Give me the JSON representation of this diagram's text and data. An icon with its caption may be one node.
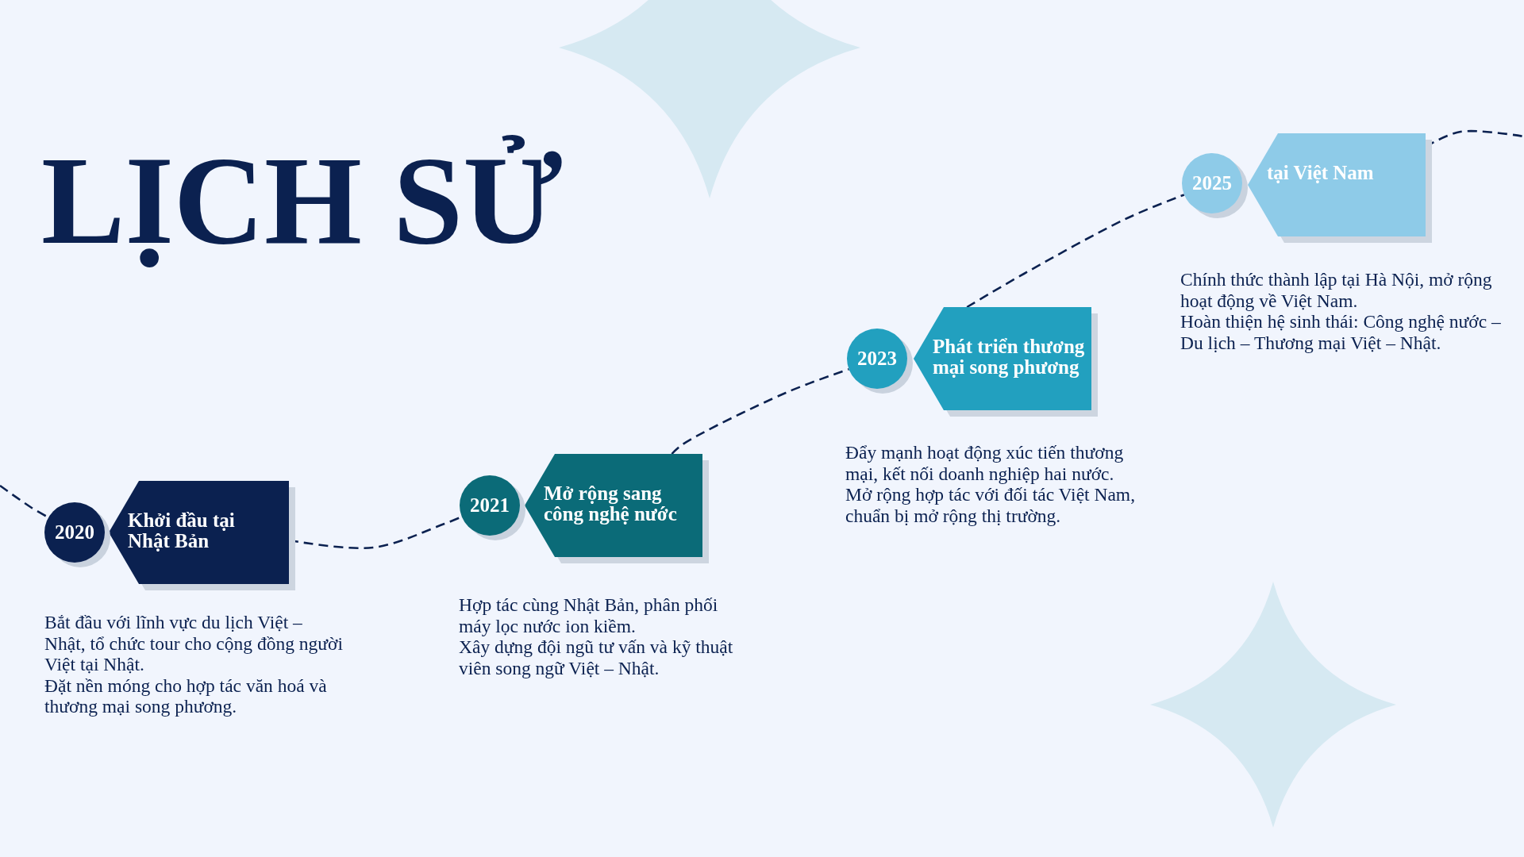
{
  "diagram": {
    "title": "LỊCH SỬ",
    "nodes": [
      {
        "text": [
          "2020"
        ]
      },
      {
        "text": [
          "Khởi đầu tại Nhật Bản"
        ],
        "beside": [
          "Bắt đầu với lĩnh vực du lịch Việt – Nhật, tổ chức tour cho cộng đồng người Việt tại Nhật.",
          "Đặt nền móng cho hợp tác văn hoá và thương mại song phương."
        ]
      },
      {
        "text": [
          "2021"
        ]
      },
      {
        "text": [
          "Mở rộng sang công nghệ nước"
        ],
        "beside": [
          "Hợp tác cùng Nhật Bản, phân phối máy lọc nước ion kiềm.",
          "Xây dựng đội ngũ tư vấn và kỹ thuật viên song ngữ Việt – Nhật."
        ]
      },
      {
        "text": [
          "2023"
        ]
      },
      {
        "text": [
          "Phát triển thương mại song phương"
        ],
        "beside": [
          "Đẩy mạnh hoạt động xúc tiến thương mại, kết nối doanh nghiệp hai nước.",
          "Mở rộng hợp tác với đối tác Việt Nam, chuẩn bị mở rộng thị trường."
        ]
      },
      {
        "text": [
          "2025"
        ]
      },
      {
        "text": [
          "tại Việt Nam"
        ],
        "beside": [
          "Chính thức thành lập tại Hà Nội, mở rộng hoạt động về Việt Nam.",
          "Hoàn thiện hệ sinh thái: Công nghệ nước – Du lịch – Thương mại Việt – Nhật."
        ]
      },
      {
        "text": [],
        "shape": "star"
      },
      {
        "text": [],
        "shape": "star"
      }
    ],
    "edges": [
      {
        "from": null,
        "to": 0,
        "arrow": "none",
        "style": "dashed"
      },
      {
        "from": 1,
        "to": 2,
        "arrow": "none",
        "style": "dashed"
      },
      {
        "from": 3,
        "to": 4,
        "arrow": "none",
        "style": "dashed"
      },
      {
        "from": 5,
        "to": 6,
        "arrow": "none",
        "style": "dashed"
      },
      {
        "from": 7,
        "to": null,
        "arrow": "none",
        "style": "dashed"
      }
    ]
  }
}
